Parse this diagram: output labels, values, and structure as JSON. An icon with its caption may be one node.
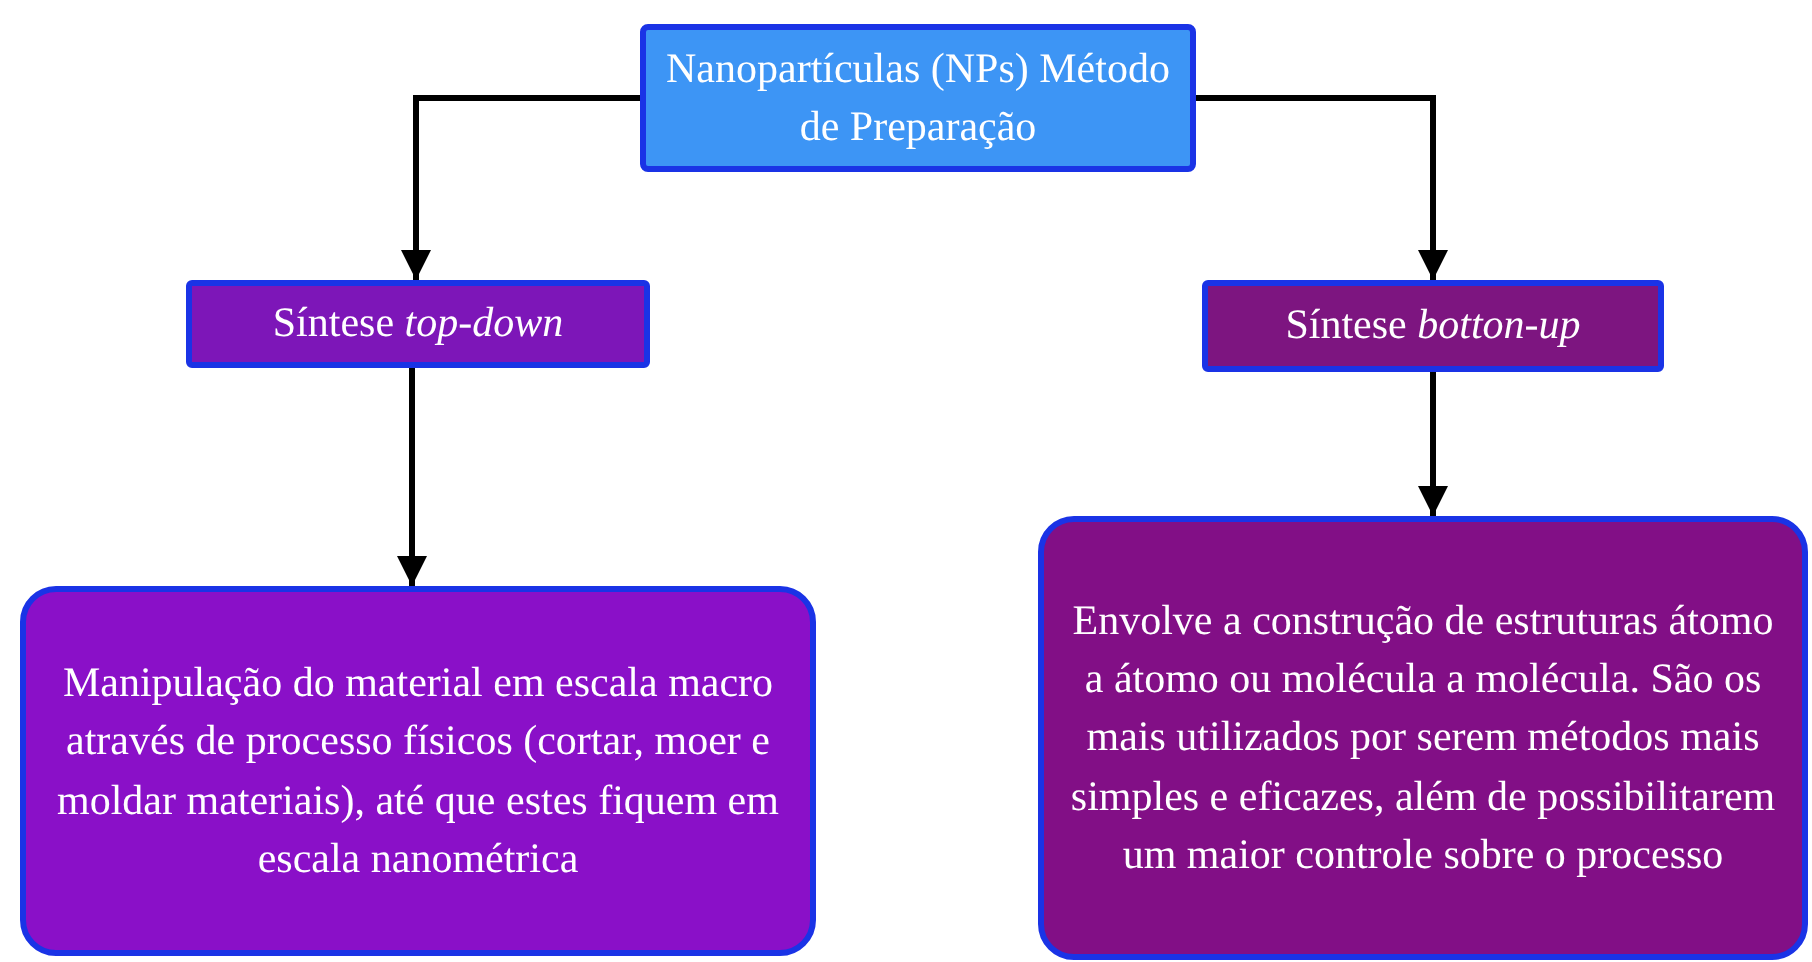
{
  "diagram": {
    "nodes": [
      {
        "text": [
          "Nanopartículas (NPs) Método de Preparação"
        ]
      },
      {
        "text": [
          "Síntese *top-down*"
        ]
      },
      {
        "text": [
          "Síntese *botton-up*"
        ]
      },
      {
        "text": [
          "Manipulação do material em escala macro através de processo físicos (cortar, moer e moldar materiais), até que estes fiquem em escala nanométrica"
        ]
      },
      {
        "text": [
          "Envolve a construção de estruturas átomo a átomo ou molécula a molécula. São os mais utilizados por serem métodos mais simples e eficazes, além de possibilitarem um maior controle sobre o processo"
        ]
      }
    ],
    "edges": [
      {
        "from": 0,
        "to": 1,
        "arrow": "to"
      },
      {
        "from": 0,
        "to": 2,
        "arrow": "to"
      },
      {
        "from": 1,
        "to": 3,
        "arrow": "to"
      },
      {
        "from": 2,
        "to": 4,
        "arrow": "to"
      }
    ]
  }
}
